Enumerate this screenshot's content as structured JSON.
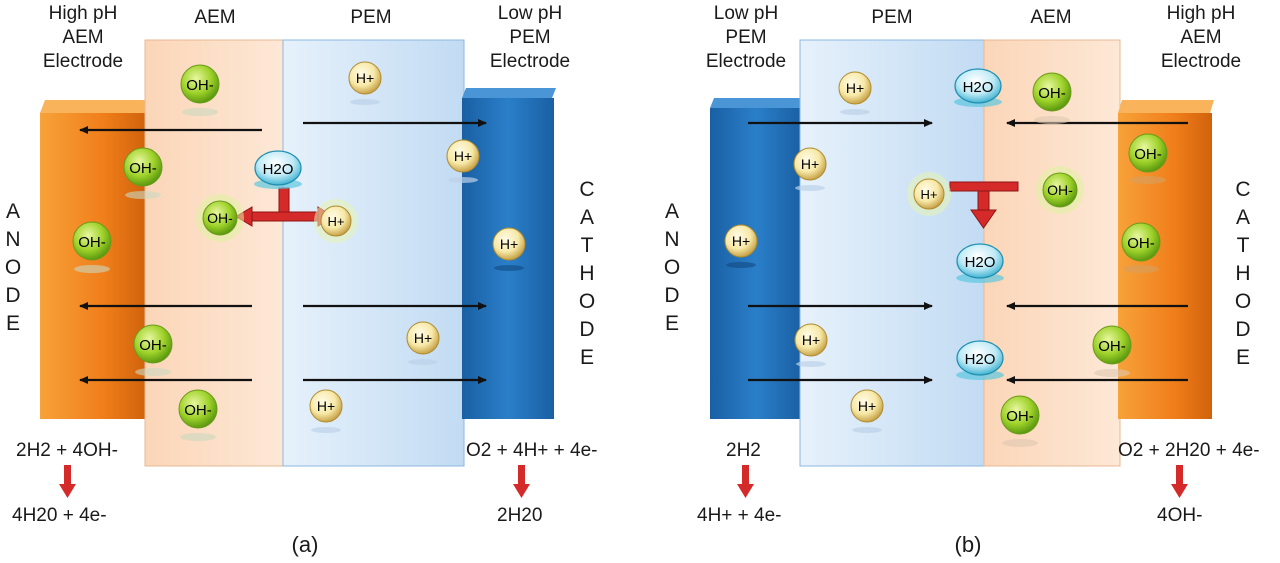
{
  "panel_a": {
    "caption": "(a)",
    "left_electrode_label": [
      "High pH",
      "AEM",
      "Electrode"
    ],
    "aem_label": "AEM",
    "pem_label": "PEM",
    "right_electrode_label": [
      "Low pH",
      "PEM",
      "Electrode"
    ],
    "anode_label": "A\nN\nO\nD\nE",
    "cathode_label": "C\nA\nT\nH\nO\nD\nE",
    "ions": [
      "OH-",
      "OH-",
      "OH-",
      "OH-",
      "OH-",
      "OH-",
      "H2O",
      "H+",
      "H+",
      "H+",
      "H+",
      "H+",
      "H+"
    ],
    "anode_eq_top": "2H2 + 4OH-",
    "anode_eq_bottom": "4H20 + 4e-",
    "cathode_eq_top": "O2 + 4H+ + 4e-",
    "cathode_eq_bottom": "2H20"
  },
  "panel_b": {
    "caption": "(b)",
    "left_electrode_label": [
      "Low pH",
      "PEM",
      "Electrode"
    ],
    "pem_label": "PEM",
    "aem_label": "AEM",
    "right_electrode_label": [
      "High pH",
      "AEM",
      "Electrode"
    ],
    "anode_label": "A\nN\nO\nD\nE",
    "cathode_label": "C\nA\nT\nH\nO\nD\nE",
    "ions": [
      "H+",
      "H+",
      "H+",
      "H+",
      "H+",
      "H+",
      "H2O",
      "H2O",
      "H2O",
      "OH-",
      "OH-",
      "OH-",
      "OH-",
      "OH-"
    ],
    "anode_eq_top": "2H2",
    "anode_eq_bottom": "4H+ + 4e-",
    "cathode_eq_top": "O2 + 2H20 + 4e-",
    "cathode_eq_bottom": "4OH-"
  },
  "colors": {
    "anode_orange": "#f58220",
    "cathode_blue": "#1f6fb5",
    "aem_fill": "#fbdcc4",
    "pem_fill": "#cfe3f7",
    "oh_green": "#9fd22a",
    "h_yellow": "#f7e9a8",
    "water_cyan": "#5cc8e0",
    "reaction_red": "#d42a2a"
  }
}
